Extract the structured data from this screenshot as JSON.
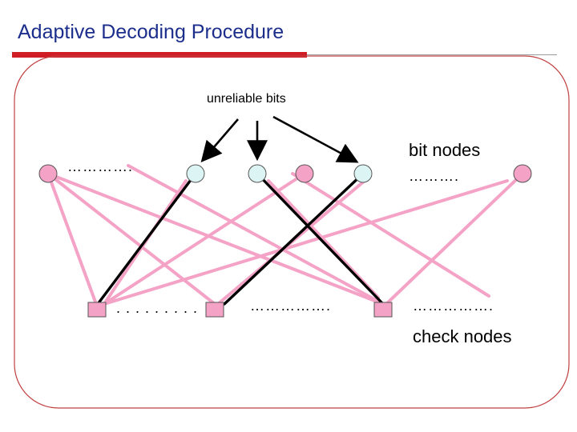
{
  "title": "Adaptive Decoding Procedure",
  "labels": {
    "unreliable_bits": "unreliable bits",
    "bit_nodes": "bit nodes",
    "check_nodes": "check nodes"
  },
  "ellipses": {
    "bits_left": "………….",
    "bits_right": "……….",
    "checks_left": ". . . . . . . . .",
    "checks_mid": "…………….",
    "checks_right": "……………."
  },
  "colors": {
    "title": "#1c2e8c",
    "accent_bar": "#d01c24",
    "pink_edge": "#f4a2c6",
    "black_edge": "#000000",
    "bit_node_pink": "#f4a2c6",
    "bit_node_unreliable": "#dcf4f4",
    "check_node": "#f4a2c6",
    "frame": "#c04040"
  }
}
